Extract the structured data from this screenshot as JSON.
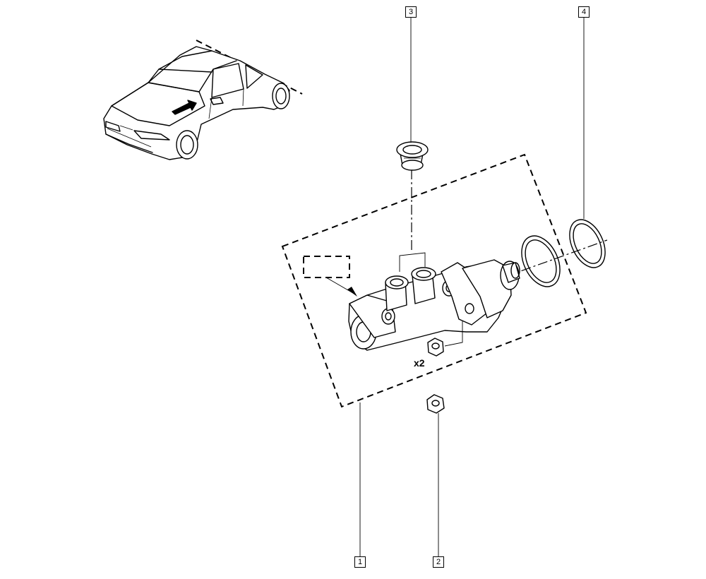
{
  "callouts": [
    {
      "id": "1",
      "part": "brake-master-cylinder-assembly"
    },
    {
      "id": "2",
      "part": "nut"
    },
    {
      "id": "3",
      "part": "reservoir-grommet"
    },
    {
      "id": "4",
      "part": "o-ring-seal"
    }
  ],
  "quantity_label": "x2",
  "line_color": "#000000",
  "background_color": "#ffffff"
}
